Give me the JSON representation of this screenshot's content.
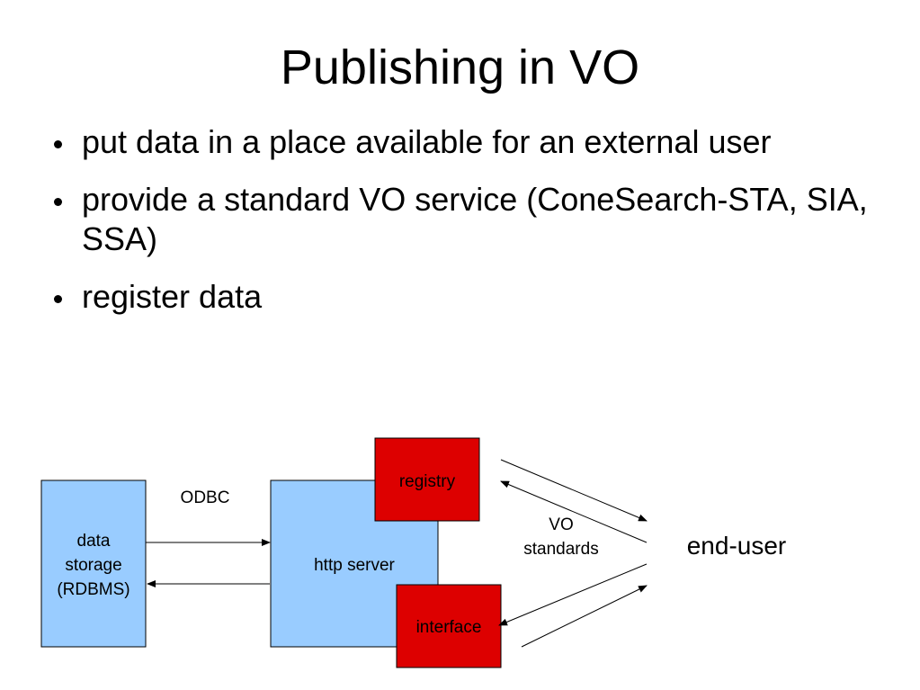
{
  "slide": {
    "title": "Publishing in VO",
    "bullets": [
      "put data in a place available for an external user",
      "provide a standard VO service (ConeSearch-STA, SIA, SSA)",
      "register data"
    ]
  },
  "diagram": {
    "data_storage": {
      "lines": [
        "data",
        "storage",
        "(RDBMS)"
      ]
    },
    "odbc_label": "ODBC",
    "http_server": "http server",
    "registry": "registry",
    "interface": "interface",
    "vo_standards": [
      "VO",
      "standards"
    ],
    "end_user": "end-user",
    "colors": {
      "blue_box": "#99CCFF",
      "red_box": "#DD0000",
      "stroke": "#000000"
    }
  }
}
